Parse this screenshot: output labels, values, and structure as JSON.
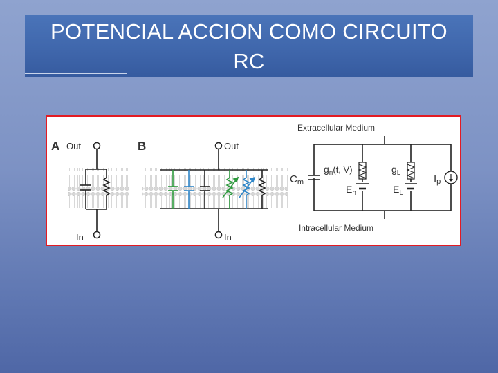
{
  "title": {
    "line1": "POTENCIAL ACCION COMO CIRCUITO",
    "line2": "RC"
  },
  "figure": {
    "panel_a": {
      "letter": "A",
      "out": "Out",
      "in": "In"
    },
    "panel_b": {
      "letter": "B",
      "out": "Out",
      "in": "In"
    },
    "circuit": {
      "top": "Extracellular Medium",
      "bottom": "Intracellular Medium",
      "cm": "C",
      "cm_sub": "m",
      "gn": "g",
      "gn_sub": "n",
      "gn_arg": "(t, V)",
      "gl": "g",
      "gl_sub": "L",
      "en": "E",
      "en_sub": "n",
      "el": "E",
      "el_sub": "L",
      "ip": "I",
      "ip_sub": "p"
    },
    "colors": {
      "border": "#e31b23",
      "green": "#2e9a3e",
      "blue": "#2f86c8",
      "wire": "#222222"
    }
  }
}
